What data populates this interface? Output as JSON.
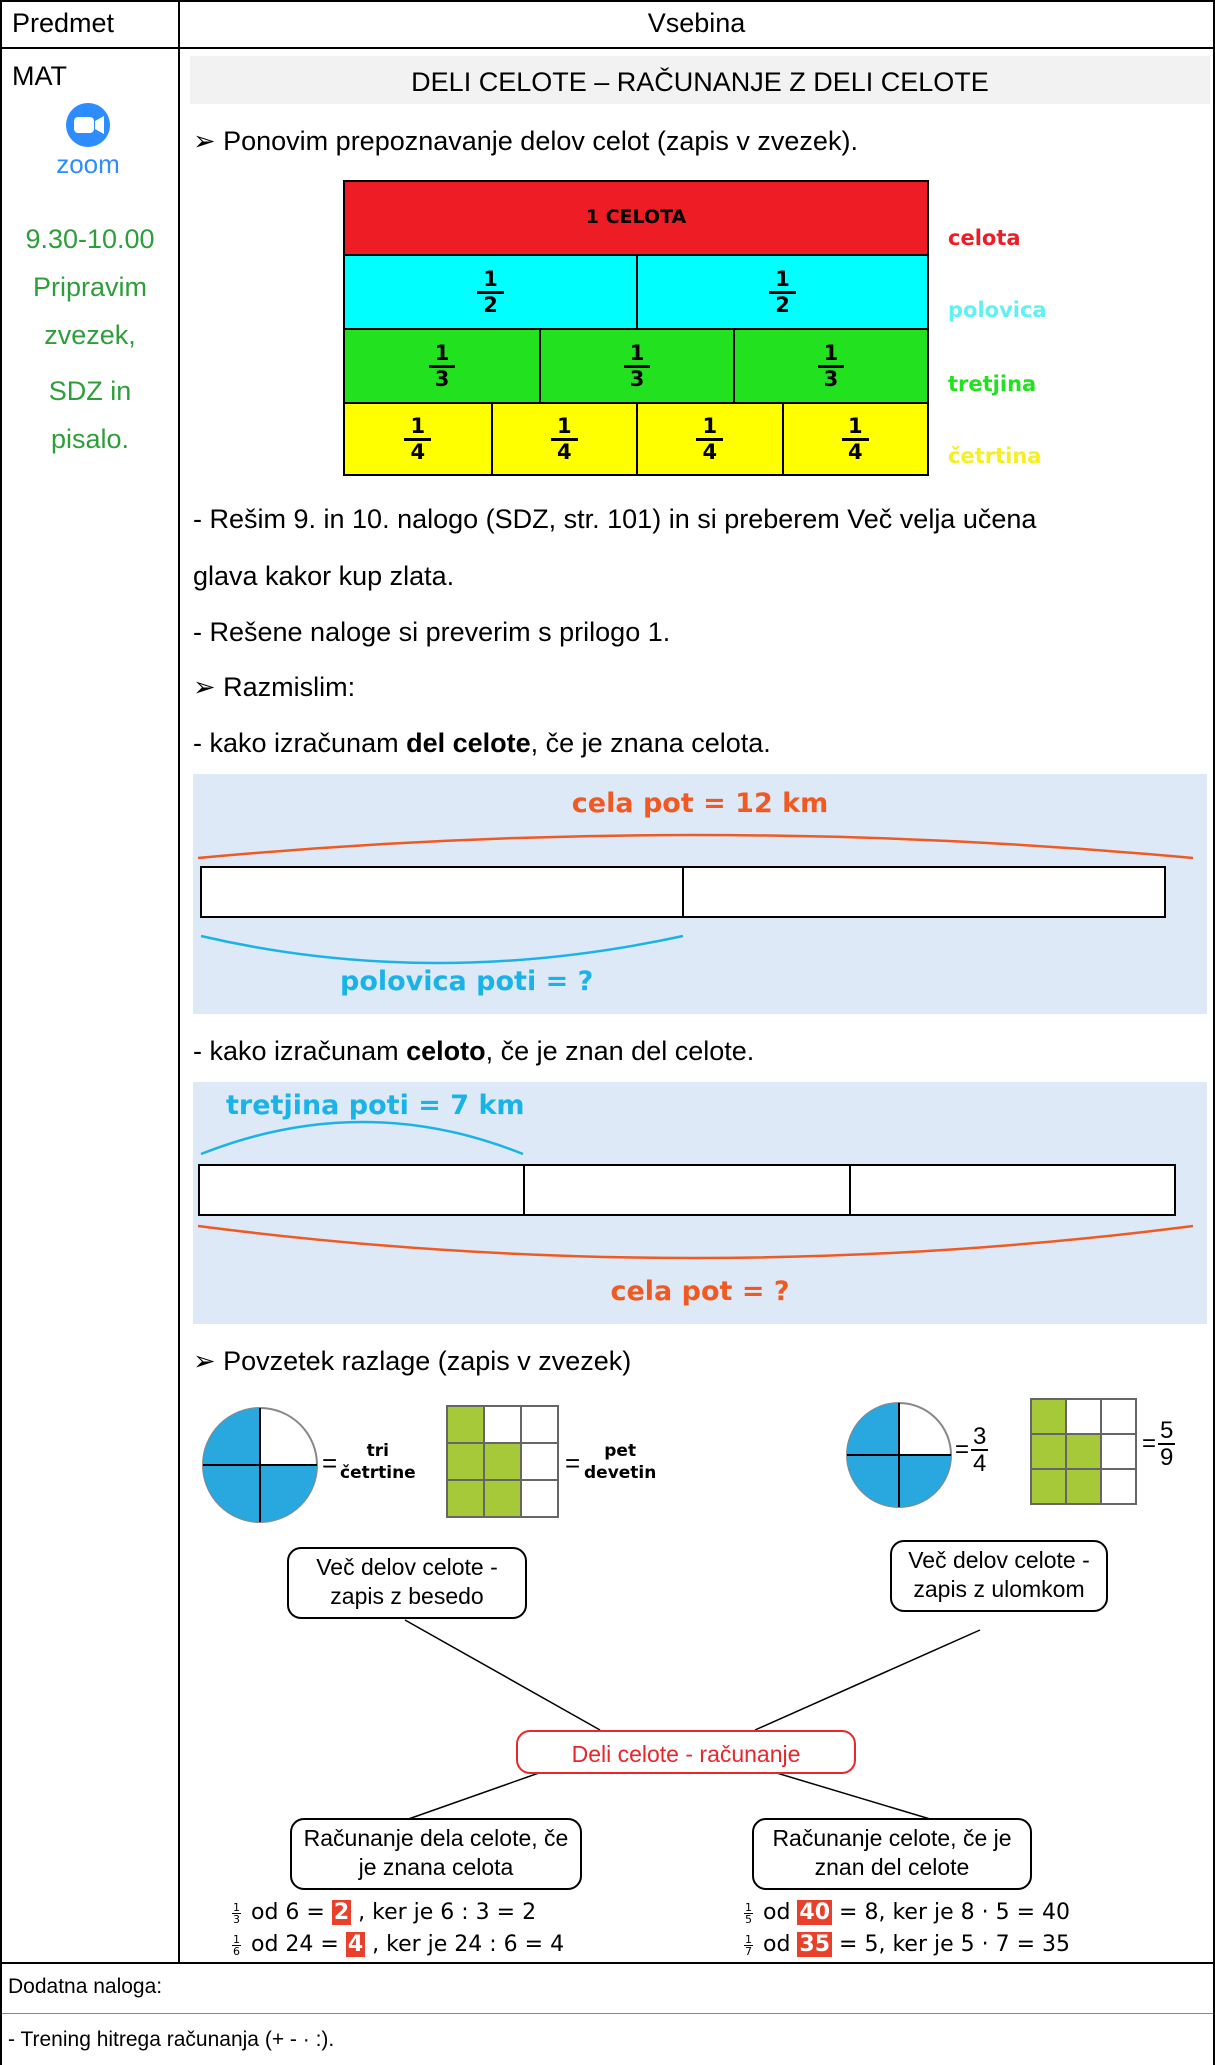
{
  "table": {
    "col1_header": "Predmet",
    "col2_header": "Vsebina"
  },
  "left": {
    "subject": "MAT",
    "zoom_label": "zoom",
    "time": "9.30-10.00",
    "note_lines": [
      "Pripravim",
      "zvezek,",
      "SDZ in",
      "pisalo."
    ]
  },
  "content": {
    "title": "DELI CELOTE – RAČUNANJE Z DELI CELOTE",
    "bullet1": "Ponovim prepoznavanje delov celot (zapis v zvezek).",
    "bars": {
      "whole_label": "1 CELOTA",
      "half": "1",
      "half_den": "2",
      "third_den": "3",
      "quarter_den": "4",
      "one": "1",
      "legend_celota": "celota",
      "legend_polovica": "polovica",
      "legend_tretjina": "tretjina",
      "legend_cetrtina": "četrtina",
      "colors": {
        "red": "#ee1c25",
        "cyan": "#00ffff",
        "green": "#22e11f",
        "yellow": "#ffff00"
      }
    },
    "para1_line1": "- Rešim 9. in 10. nalogo (SDZ, str. 101) in si preberem Več velja učena",
    "para1_line2": "glava kakor kup zlata.",
    "para2": "- Rešene naloge si preverim s prilogo 1.",
    "bullet2": "Razmislim:",
    "q1_pre": "- kako izračunam ",
    "q1_bold": "del celote",
    "q1_post": ", če je znana celota.",
    "diagram1": {
      "top": "cela pot = 12 km",
      "bottom": "polovica poti = ?"
    },
    "q2_pre": "- kako izračunam ",
    "q2_bold": "celoto",
    "q2_post": ", če je znan del celote.",
    "diagram2": {
      "top": "tretjina poti = 7 km",
      "bottom": "cela pot = ?"
    },
    "bullet3": "Povzetek razlage (zapis v zvezek)",
    "summary": {
      "word1_a": "tri",
      "word1_b": "četrtine",
      "word2_a": "pet",
      "word2_b": "devetin",
      "frac1_n": "3",
      "frac1_d": "4",
      "frac2_n": "5",
      "frac2_d": "9",
      "eq": "=",
      "bubble_word": "Več delov celote - zapis z besedo",
      "bubble_frac": "Več delov celote - zapis z ulomkom",
      "center": "Deli celote - računanje",
      "bubble_part": "Računanje dela celote, če je znana celota",
      "bubble_whole": "Računanje celote, če je znan del celote"
    },
    "examples": {
      "l1_n": "1",
      "l1_d": "3",
      "l1_a": " od 6 = ",
      "l1_h": "2",
      "l1_b": " , ker je 6 : 3 = 2",
      "l2_n": "1",
      "l2_d": "6",
      "l2_a": " od 24 = ",
      "l2_h": "4",
      "l2_b": " , ker je 24 : 6 = 4",
      "r1_n": "1",
      "r1_d": "5",
      "r1_a": " od ",
      "r1_h": "40",
      "r1_b": " = 8, ker je 8 · 5 = 40",
      "r2_n": "1",
      "r2_d": "7",
      "r2_a": " od ",
      "r2_h": "35",
      "r2_b": " = 5, ker je 5 · 7 = 35"
    }
  },
  "footer": {
    "extra_title": "Dodatna naloga:",
    "extra_item": "- Trening hitrega računanja (+ - · :)."
  },
  "colors": {
    "orange": "#f05a22",
    "blue": "#1ab3e8",
    "panel": "#dde9f6",
    "pie_blue": "#29a8e0",
    "olive": "#a6c93a"
  }
}
